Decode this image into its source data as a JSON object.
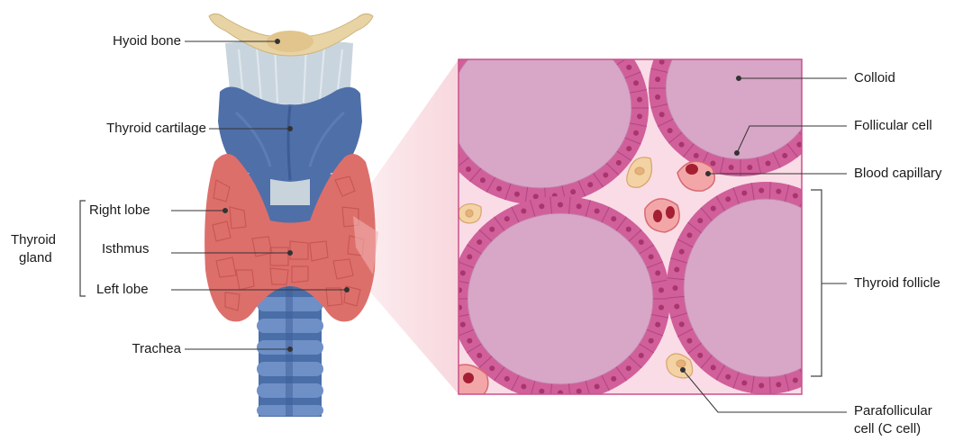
{
  "labels": {
    "hyoid_bone": "Hyoid bone",
    "thyroid_cartilage": "Thyroid cartilage",
    "right_lobe": "Right lobe",
    "thyroid_gland_line1": "Thyroid",
    "thyroid_gland_line2": "gland",
    "isthmus": "Isthmus",
    "left_lobe": "Left lobe",
    "trachea": "Trachea",
    "colloid": "Colloid",
    "follicular_cell": "Follicular cell",
    "blood_capillary": "Blood capillary",
    "thyroid_follicle": "Thyroid follicle",
    "parafollicular_line1": "Parafollicular",
    "parafollicular_line2": "cell (C cell)"
  },
  "colors": {
    "bone": "#e8d3a4",
    "cartilage": "#4f6fa8",
    "ligament": "#c8d3dc",
    "gland": "#dd6f6b",
    "trachea": "#5b7fb8",
    "colloid": "#d8a6c6",
    "follicle_cell": "#d05f9a",
    "interstitium": "#f9dce6",
    "capillary_rbc": "#c0283a",
    "c_cell": "#f3d2a4"
  }
}
